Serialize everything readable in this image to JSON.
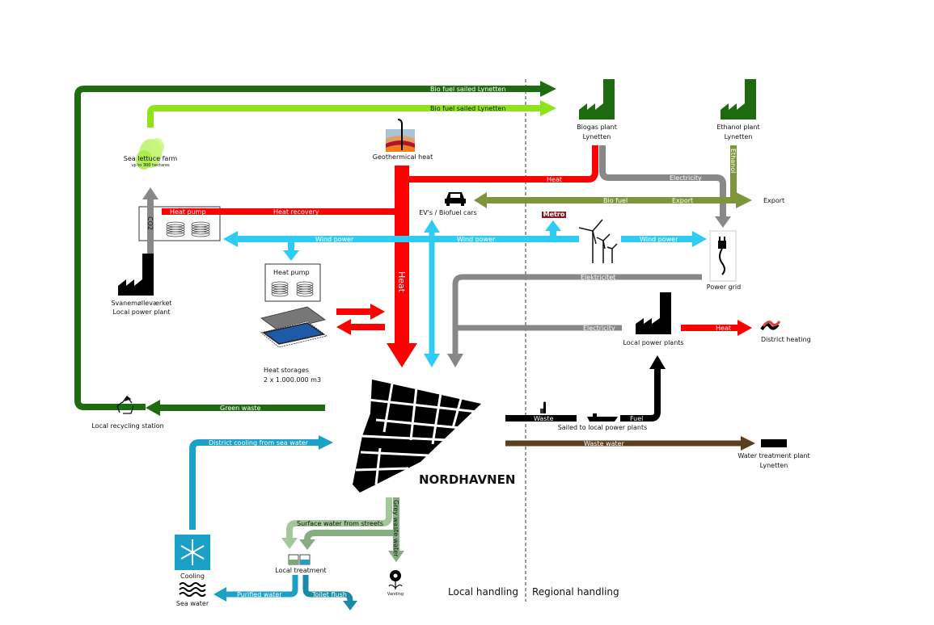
{
  "colors": {
    "dark_green": "#1f6b0f",
    "light_green": "#8fe31a",
    "red": "#ff0000",
    "grey": "#888888",
    "cyan": "#2ecbf2",
    "olive": "#7d953b",
    "brown": "#5b3f1c",
    "black": "#000000",
    "sea_blue": "#1ba0c8",
    "pale_green": "#a3c79b",
    "mid_green": "#86ac81"
  },
  "zones": {
    "local": "Local handling",
    "regional": "Regional handling"
  },
  "center": {
    "name": "NORDHAVNEN"
  },
  "nodes": {
    "sea_lettuce": {
      "label": "Sea lettuce farm",
      "sublabel": "up to 300 hectares"
    },
    "geothermal": {
      "label": "Geothermical heat"
    },
    "biogas_plant": {
      "label": "Biogas plant",
      "sublabel": "Lynetten"
    },
    "ethanol_plant": {
      "label": "Ethanol plant",
      "sublabel": "Lynetten"
    },
    "export": {
      "label": "Export"
    },
    "ev_cars": {
      "label": "EV's / Biofuel cars"
    },
    "metro": {
      "label": "Metro"
    },
    "power_grid": {
      "label": "Power grid"
    },
    "svanemolle": {
      "label": "Svanemølleværket",
      "sublabel": "Local power plant"
    },
    "heat_pump_box": {
      "label": "Heat pump"
    },
    "heat_storages": {
      "label": "Heat storages",
      "sublabel": "2 x 1.000.000 m3"
    },
    "local_power_plants": {
      "label": "Local power plants"
    },
    "district_heating": {
      "label": "District heating"
    },
    "recycling": {
      "label": "Local recycling station"
    },
    "water_treatment": {
      "label": "Water treatment plant",
      "sublabel": "Lynetten"
    },
    "sailed": {
      "label": "Sailed to local power plants"
    },
    "cooling": {
      "label": "Cooling"
    },
    "sea_water": {
      "label": "Sea water"
    },
    "local_treatment": {
      "label": "Local treatment"
    },
    "vanding": {
      "label": "Vanding"
    }
  },
  "flows": {
    "bio_fuel_dark": "Bio fuel sailed Lynetten",
    "bio_fuel_light": "Bio fuel sailed Lynetten",
    "heat_top": "Heat",
    "electricity_top": "Electricity",
    "ethanol": "Ethanol",
    "bio_fuel": "Bio fuel",
    "export": "Export",
    "heat_pump": "Heat pump",
    "heat_recovery": "Heat recovery",
    "co2": "CO2",
    "wind_power_left": "Wind power",
    "wind_power_mid": "Wind power",
    "wind_power_right": "Wind power",
    "heat_vertical": "Heat",
    "elektricitet": "Elektricitet",
    "electricity_mid": "Electricity",
    "heat_district": "Heat",
    "green_waste": "Green waste",
    "waste": "Waste",
    "fuel": "Fuel",
    "waste_water": "Waste water",
    "district_cooling": "District cooling from sea water",
    "surface_water": "Surface water from streets",
    "grey_waste_water": "Grey waste water",
    "purified_water": "Purified water",
    "toilet_flush": "Toilet flush"
  }
}
